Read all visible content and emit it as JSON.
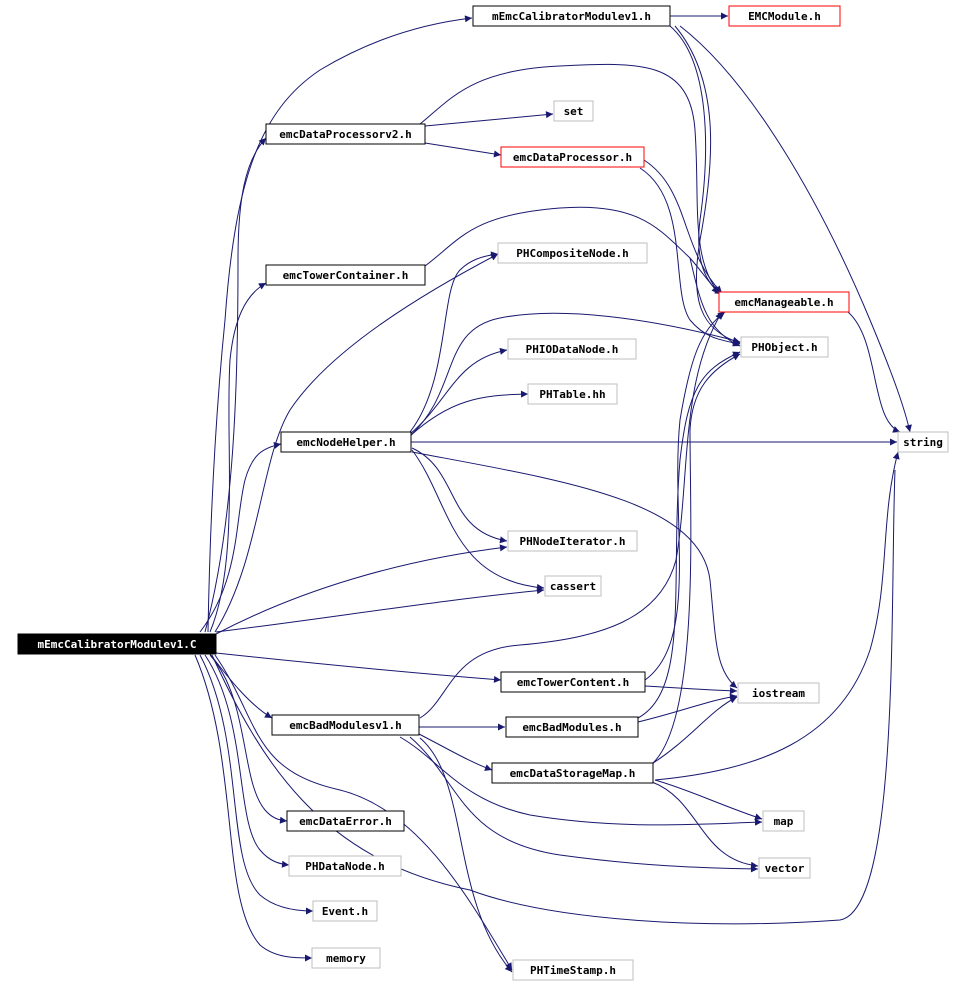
{
  "nodes": {
    "root": "mEmcCalibratorModulev1.C",
    "mEmcCalibratorModulev1_h": "mEmcCalibratorModulev1.h",
    "EMCModule_h": "EMCModule.h",
    "emcDataProcessorv2_h": "emcDataProcessorv2.h",
    "set": "set",
    "emcDataProcessor_h": "emcDataProcessor.h",
    "emcTowerContainer_h": "emcTowerContainer.h",
    "PHCompositeNode_h": "PHCompositeNode.h",
    "emcManageable_h": "emcManageable.h",
    "PHObject_h": "PHObject.h",
    "PHIODataNode_h": "PHIODataNode.h",
    "PHTable_hh": "PHTable.hh",
    "emcNodeHelper_h": "emcNodeHelper.h",
    "string": "string",
    "PHNodeIterator_h": "PHNodeIterator.h",
    "cassert": "cassert",
    "emcTowerContent_h": "emcTowerContent.h",
    "iostream": "iostream",
    "emcBadModulesv1_h": "emcBadModulesv1.h",
    "emcBadModules_h": "emcBadModules.h",
    "emcDataStorageMap_h": "emcDataStorageMap.h",
    "map": "map",
    "vector": "vector",
    "emcDataError_h": "emcDataError.h",
    "PHDataNode_h": "PHDataNode.h",
    "Event_h": "Event.h",
    "memory": "memory",
    "PHTimeStamp_h": "PHTimeStamp.h"
  },
  "colors": {
    "edge": "#191970",
    "root_fill": "#000000",
    "root_text": "#ffffff",
    "documented_border": "#000000",
    "undocumented_border": "#ff0000",
    "external_border": "#bfbfbf"
  }
}
